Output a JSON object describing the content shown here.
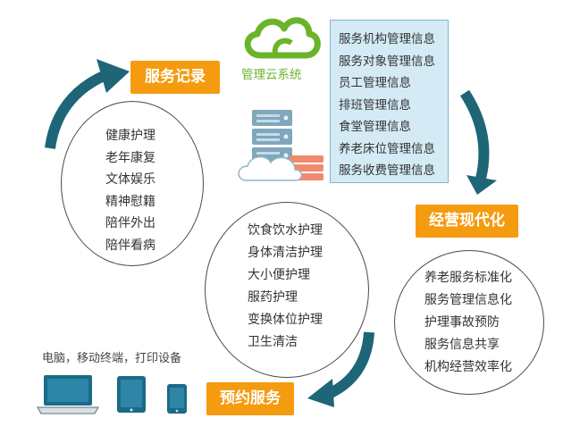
{
  "brand": {
    "name": "管理云系统",
    "color": "#6ab42a",
    "icon": "cloud-logo-icon"
  },
  "labels": {
    "service_record": "服务记录",
    "operation_modernization": "经营现代化",
    "booking_service": "预约服务"
  },
  "management_info": [
    "服务机构管理信息",
    "服务对象管理信息",
    "员工管理信息",
    "排班管理信息",
    "食堂管理信息",
    "养老床位管理信息",
    "服务收费管理信息"
  ],
  "service_record_items": [
    "健康护理",
    "老年康复",
    "文体娱乐",
    "精神慰籍",
    "陪伴外出",
    "陪伴看病"
  ],
  "care_items": [
    "饮食饮水护理",
    "身体清洁护理",
    "大小便护理",
    "服药护理",
    "变换体位护理",
    "卫生清洁"
  ],
  "modernization_items": [
    "养老服务标准化",
    "服务管理信息化",
    "护理事故预防",
    "服务信息共享",
    "机构经营效率化"
  ],
  "devices": {
    "caption": "电脑，移动终端，打印设备",
    "icons": [
      "laptop-icon",
      "tablet-icon",
      "phone-icon"
    ]
  },
  "colors": {
    "label_bg": "#f59b10",
    "arrow": "#1e6577",
    "box_bg": "#d4ebf5",
    "server": "#7fa7bd",
    "stack": "#ef8a6e"
  }
}
